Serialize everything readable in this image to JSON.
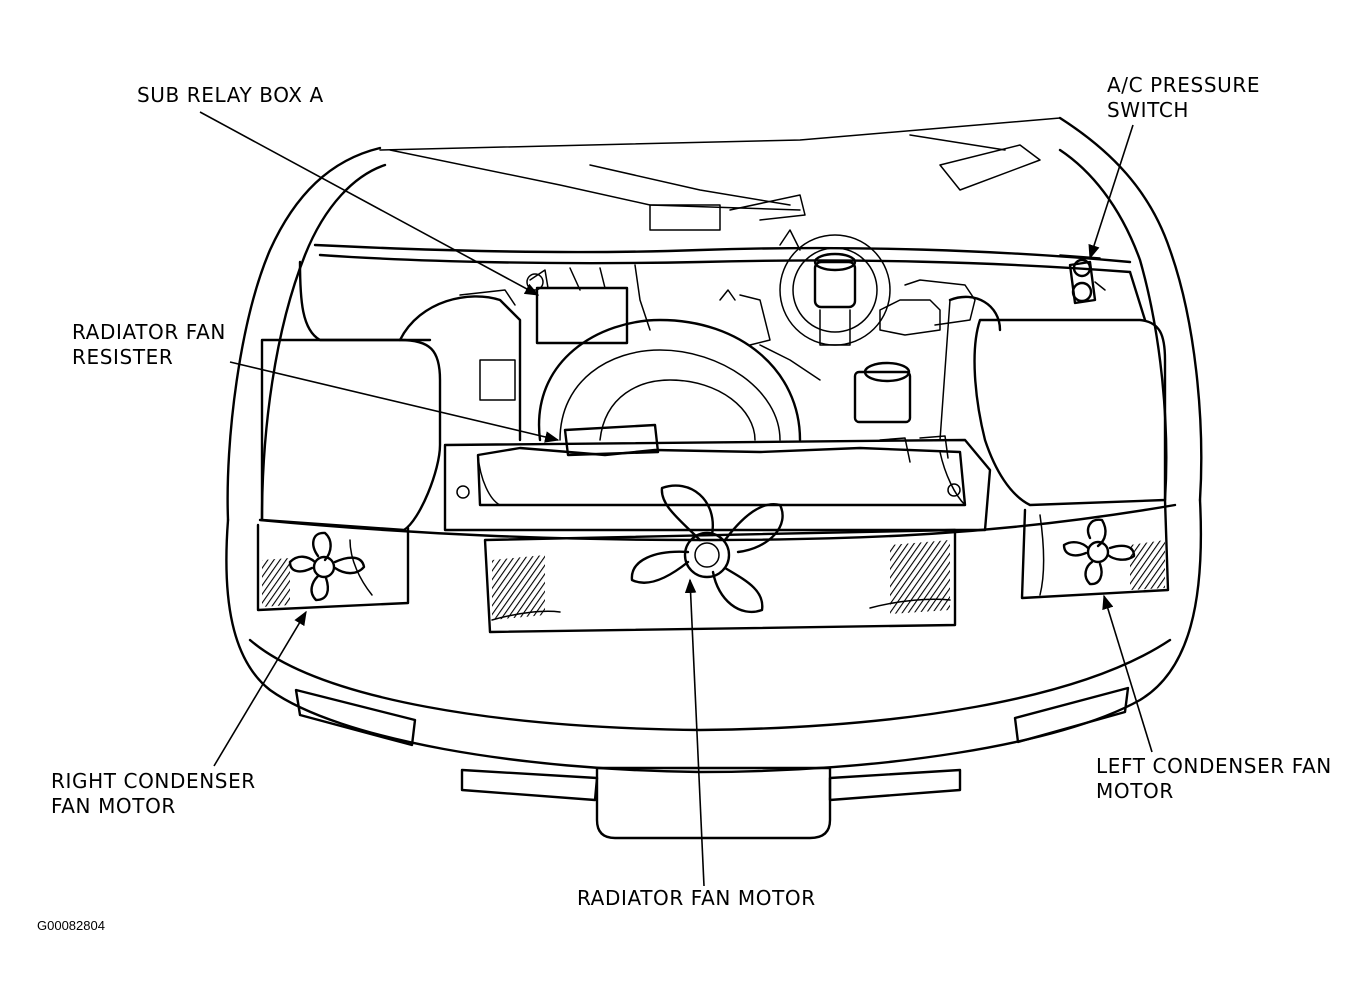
{
  "callouts": {
    "sub_relay_box_a": [
      "SUB RELAY BOX A"
    ],
    "ac_pressure_switch": [
      "A/C PRESSURE",
      "SWITCH"
    ],
    "radiator_fan_resister": [
      "RADIATOR FAN",
      "RESISTER"
    ],
    "right_condenser_fan_motor": [
      "RIGHT CONDENSER",
      "FAN MOTOR"
    ],
    "left_condenser_fan_motor": [
      "LEFT CONDENSER FAN",
      "MOTOR"
    ],
    "radiator_fan_motor": [
      "RADIATOR FAN MOTOR"
    ]
  },
  "figure_id": "G00082804"
}
